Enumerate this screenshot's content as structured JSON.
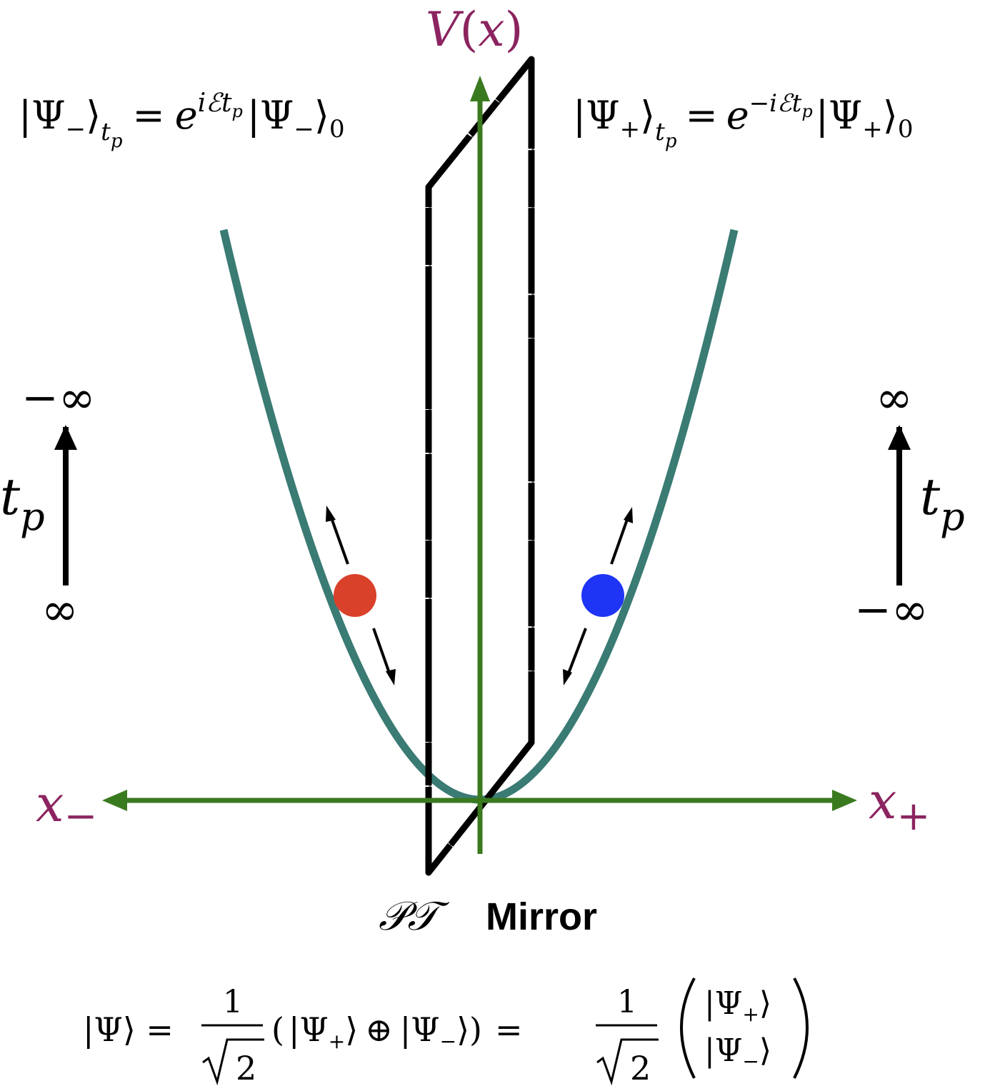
{
  "axes": {
    "v_label": {
      "main": "V",
      "open": "(",
      "arg": "x",
      "close": ")"
    },
    "x_minus": {
      "main": "x",
      "sub": "−"
    },
    "x_plus": {
      "main": "x",
      "sub": "+"
    }
  },
  "equations": {
    "left_top": {
      "ket_left": "|Ψ",
      "ket_left_sub": "−",
      "bracket": "⟩",
      "time_sub": "t",
      "time_sub_sub": "p",
      "equals": "=",
      "exp_base": "e",
      "exp_power_i": "i",
      "exp_power_E": "ℰ",
      "exp_power_t": "t",
      "exp_power_p": "p",
      "ket_right": "|Ψ",
      "ket_right_sub": "−",
      "ket_right_close": "⟩",
      "ket_right_time": "0"
    },
    "right_top": {
      "ket_left": "|Ψ",
      "ket_left_sub": "+",
      "bracket": "⟩",
      "time_sub": "t",
      "time_sub_sub": "p",
      "equals": "=",
      "exp_base": "e",
      "exp_power_i": "−i",
      "exp_power_E": "ℰ",
      "exp_power_t": "t",
      "exp_power_p": "p",
      "ket_right": "|Ψ",
      "ket_right_sub": "+",
      "ket_right_close": "⟩",
      "ket_right_time": "0"
    },
    "bottom": {
      "lhs": "|Ψ⟩ =",
      "frac_num": "1",
      "frac_den": "2",
      "sum_open": "(",
      "psi_plus": "|Ψ",
      "plus_sub": "+",
      "close1": "⟩",
      "oplus": "⊕",
      "psi_minus": "|Ψ",
      "minus_sub": "−",
      "close2": "⟩)",
      "equals": "=",
      "vec_top": "|Ψ",
      "vec_top_sub": "+",
      "vec_top_close": "⟩",
      "vec_bot": "|Ψ",
      "vec_bot_sub": "−",
      "vec_bot_close": "⟩"
    }
  },
  "time_scales": {
    "left": {
      "top": "−∞",
      "label": "t",
      "label_sub": "p",
      "bottom": "∞"
    },
    "right": {
      "top": "∞",
      "label": "t",
      "label_sub": "p",
      "bottom": "−∞"
    }
  },
  "mirror": {
    "script": "𝒫𝒯",
    "label": "Mirror"
  },
  "particles": {
    "left": {
      "color": "#D9412B"
    },
    "right": {
      "color": "#1E35F5"
    }
  },
  "colors": {
    "curve": "#3A7B74",
    "axis": "#3A7A1F",
    "axis_label": "#8B2460",
    "ink": "#000000"
  }
}
